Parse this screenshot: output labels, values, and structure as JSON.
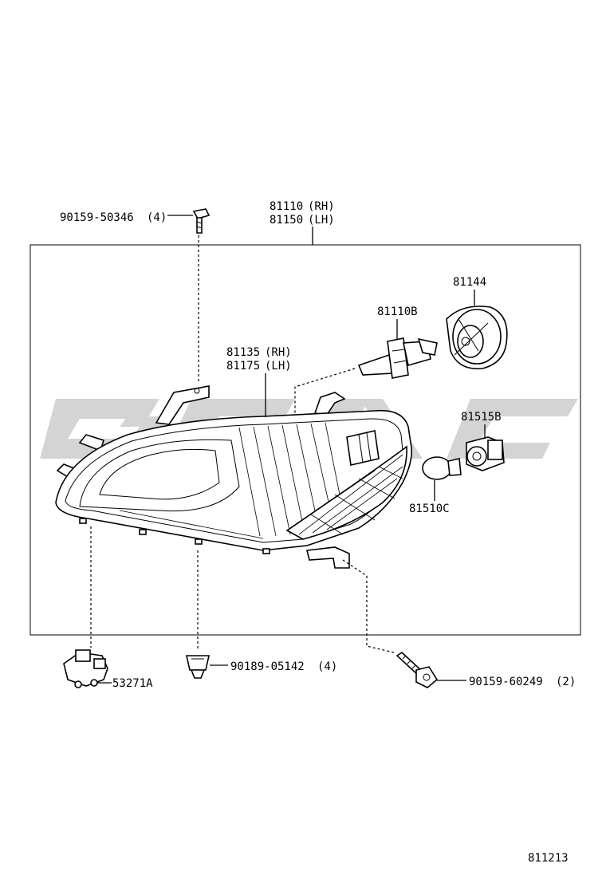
{
  "diagram": {
    "figure_number": "811213",
    "watermark_text": "GSAG",
    "parts": {
      "screw_top": {
        "number": "90159-50346",
        "qty": "(4)"
      },
      "headlamp_assy": {
        "number_rh": "81110",
        "side_rh": "(RH)",
        "number_lh": "81150",
        "side_lh": "(LH)"
      },
      "lens": {
        "number_rh": "81135",
        "side_rh": "(RH)",
        "number_lh": "81175",
        "side_lh": "(LH)"
      },
      "bulb": {
        "number": "81110B"
      },
      "cover": {
        "number": "81144"
      },
      "socket": {
        "number": "81515B"
      },
      "side_bulb": {
        "number": "81510C"
      },
      "adjuster": {
        "number": "53271A"
      },
      "clip": {
        "number": "90189-05142",
        "qty": "(4)"
      },
      "screw_bottom": {
        "number": "90159-60249",
        "qty": "(2)"
      }
    }
  }
}
